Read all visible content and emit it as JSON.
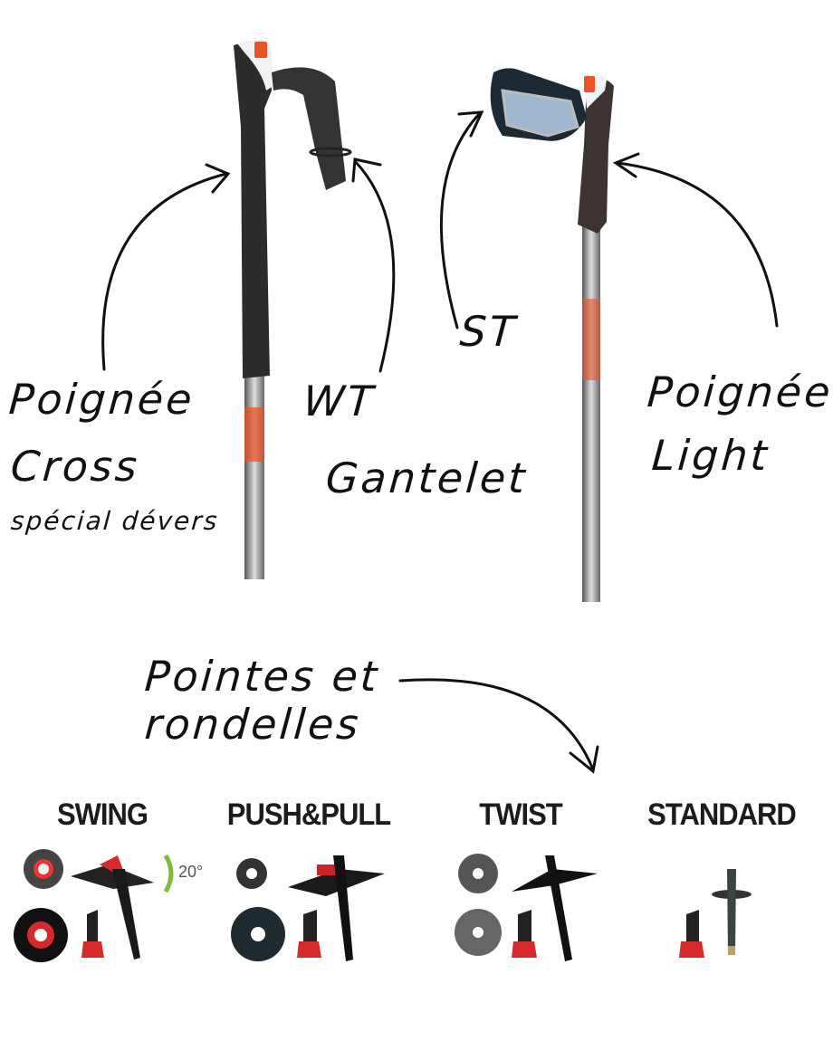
{
  "grips": {
    "cross": {
      "line1": "Poignée",
      "line2": "Cross",
      "line3": "spécial dévers"
    },
    "wt": {
      "code": "WT",
      "name": "Gantelet"
    },
    "st": {
      "code": "ST"
    },
    "light": {
      "line1": "Poignée",
      "line2": "Light"
    }
  },
  "tips": {
    "title_line1": "Pointes et",
    "title_line2": "rondelles",
    "types": [
      "SWING",
      "PUSH&PULL",
      "TWIST",
      "STANDARD"
    ],
    "swing_angle": "20°"
  },
  "colors": {
    "accent": "#e8532a",
    "red": "#d42a2a",
    "grip": "#2a2a2a",
    "ink": "#111111",
    "swing_arrow": "#7dbb3a"
  }
}
